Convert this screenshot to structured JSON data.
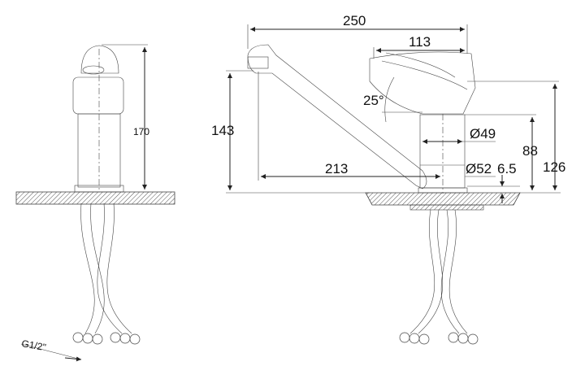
{
  "drawing": {
    "side_view": {
      "height_label": "170",
      "thread_label": "G1/2\""
    },
    "front_view": {
      "total_length_label": "250",
      "handle_length_label": "113",
      "handle_angle_label": "25°",
      "spout_height_label": "143",
      "body_diameter_label": "Ø49",
      "body_height_label": "88",
      "total_height_label": "126",
      "spout_reach_label": "213",
      "base_diameter_label": "Ø52",
      "base_height_label": "6.5"
    }
  }
}
